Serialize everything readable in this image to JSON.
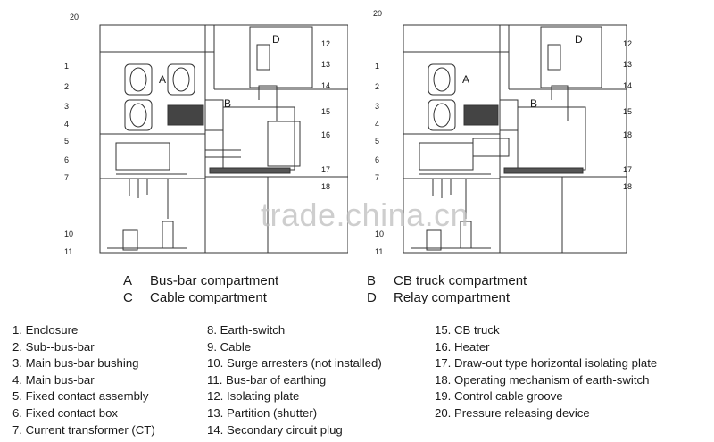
{
  "drawings": {
    "left": {
      "callouts": [
        "20",
        "1",
        "2",
        "3",
        "4",
        "5",
        "6",
        "7",
        "10",
        "11",
        "12",
        "13",
        "14",
        "15",
        "16",
        "17",
        "18"
      ],
      "compartment_letters": [
        "A",
        "B",
        "D"
      ]
    },
    "right": {
      "callouts": [
        "20",
        "1",
        "2",
        "3",
        "4",
        "5",
        "6",
        "7",
        "10",
        "11",
        "12",
        "13",
        "14",
        "15",
        "18",
        "17",
        "18"
      ],
      "compartment_letters": [
        "A",
        "B",
        "D"
      ]
    }
  },
  "watermark": "trade.china.cn",
  "compartments": [
    {
      "letter": "A",
      "name": "Bus-bar compartment"
    },
    {
      "letter": "C",
      "name": "Cable compartment"
    },
    {
      "letter": "B",
      "name": "CB truck compartment"
    },
    {
      "letter": "D",
      "name": "Relay compartment"
    }
  ],
  "parts": {
    "col1": [
      "1. Enclosure",
      "2. Sub--bus-bar",
      "3. Main bus-bar bushing",
      "4. Main bus-bar",
      "5. Fixed contact assembly",
      "6. Fixed contact box",
      "7. Current transformer (CT)"
    ],
    "col2": [
      "8. Earth-switch",
      "9. Cable",
      "10. Surge arresters (not installed)",
      "11. Bus-bar of earthing",
      "12. Isolating plate",
      "13. Partition (shutter)",
      "14. Secondary circuit plug"
    ],
    "col3": [
      "15. CB truck",
      "16. Heater",
      "17. Draw-out type horizontal isolating plate",
      "18. Operating mechanism of earth-switch",
      "19. Control cable groove",
      "20. Pressure releasing device"
    ]
  }
}
